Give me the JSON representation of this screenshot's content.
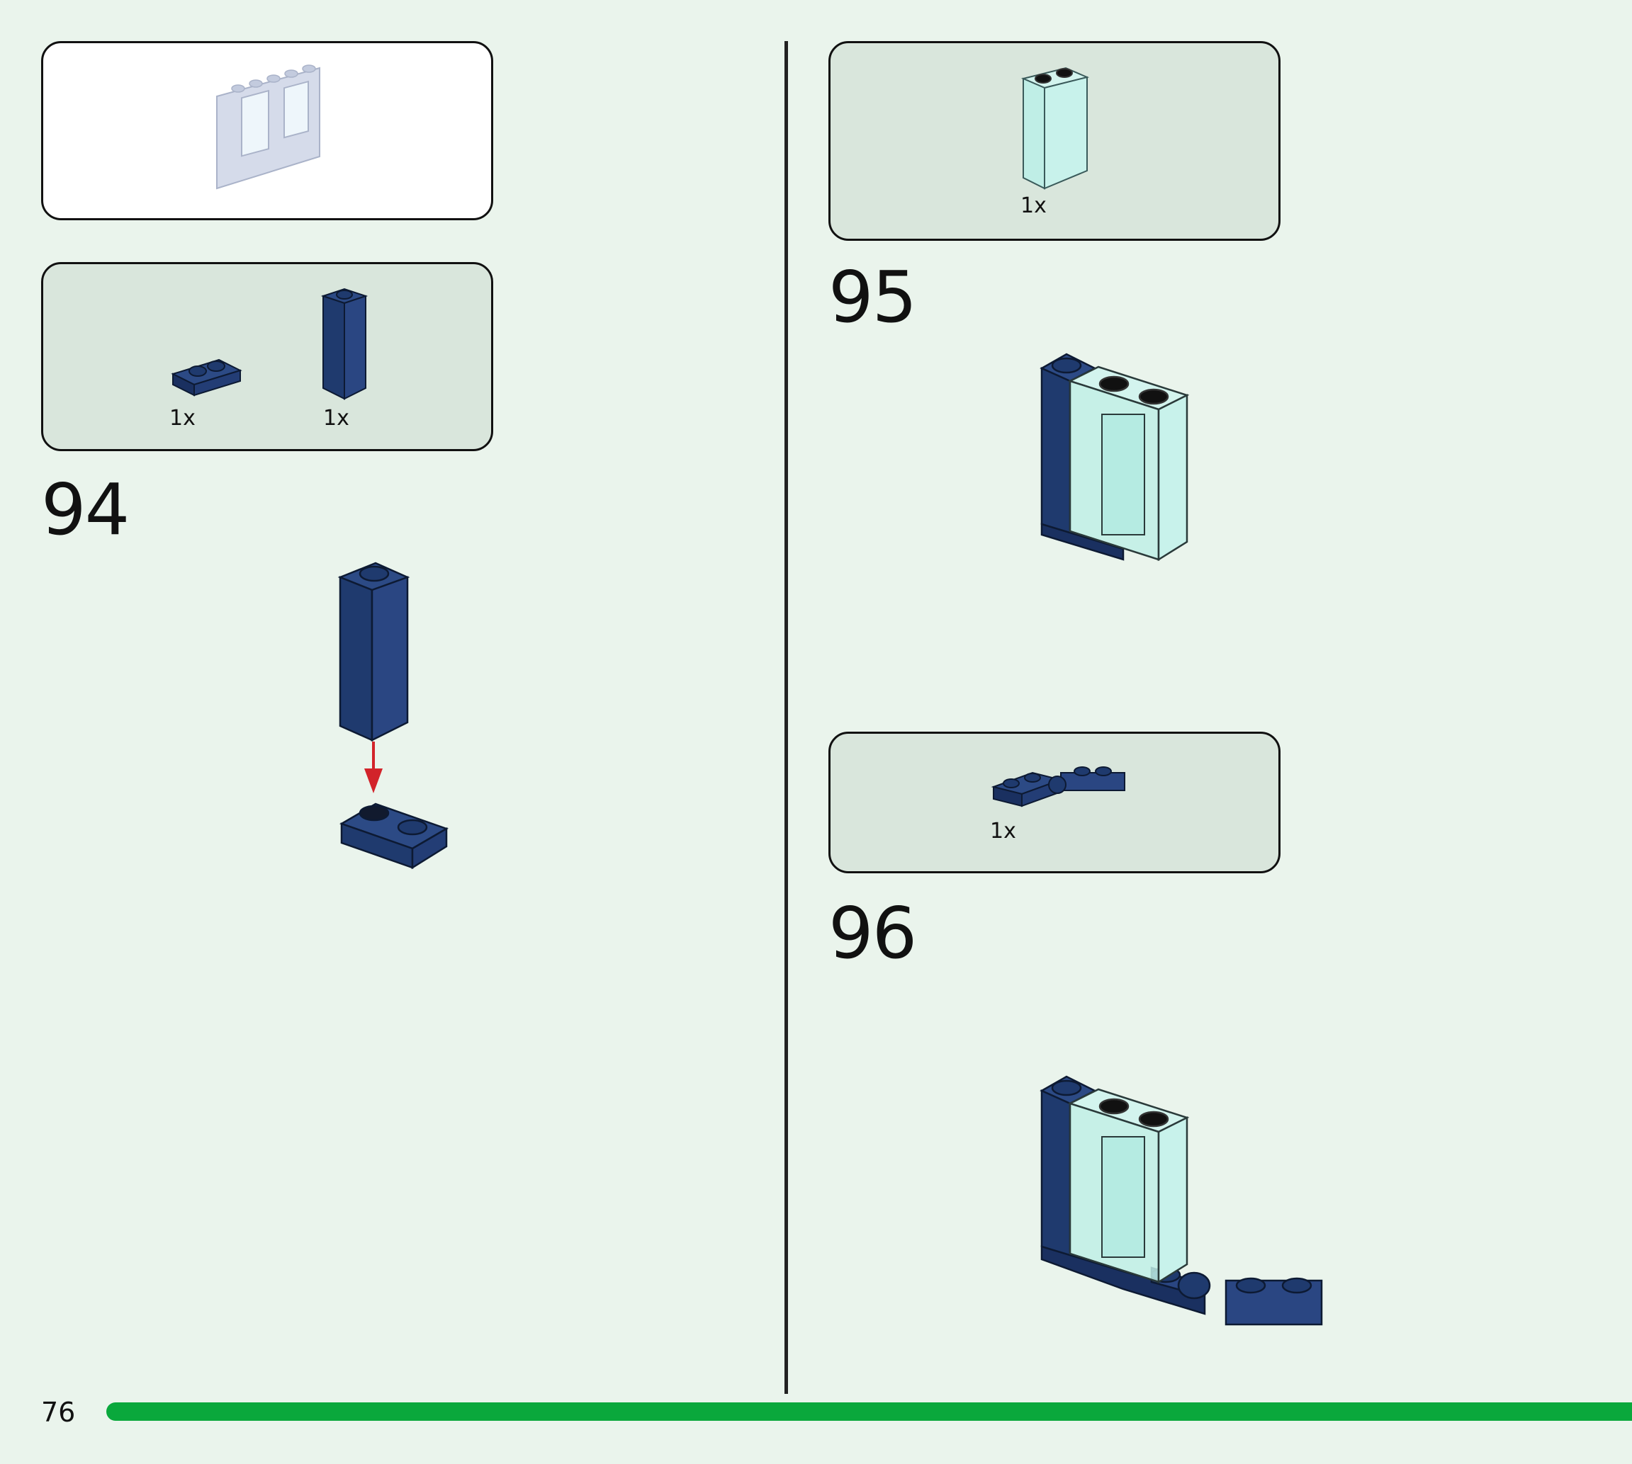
{
  "page": {
    "number": "76"
  },
  "colors": {
    "background": "#eaf4ec",
    "parts_panel": "#d9e6dc",
    "brick_blue": "#1f3a6e",
    "trans_clear": "#bfeee6",
    "arrow_red": "#d2232a",
    "progress_green": "#0aa83c"
  },
  "steps": [
    {
      "number": "94",
      "parts": [
        {
          "qty": "1x",
          "piece": "plate-1x2-dark-blue"
        },
        {
          "qty": "1x",
          "piece": "brick-1x1x3-dark-blue"
        }
      ]
    },
    {
      "number": "95",
      "parts": [
        {
          "qty": "1x",
          "piece": "panel-1x2x3-trans-clear"
        }
      ]
    },
    {
      "number": "96",
      "parts": [
        {
          "qty": "1x",
          "piece": "hinge-plate-dark-blue"
        }
      ]
    }
  ],
  "overview_panel": {
    "piece": "wall-with-windows-preview"
  }
}
